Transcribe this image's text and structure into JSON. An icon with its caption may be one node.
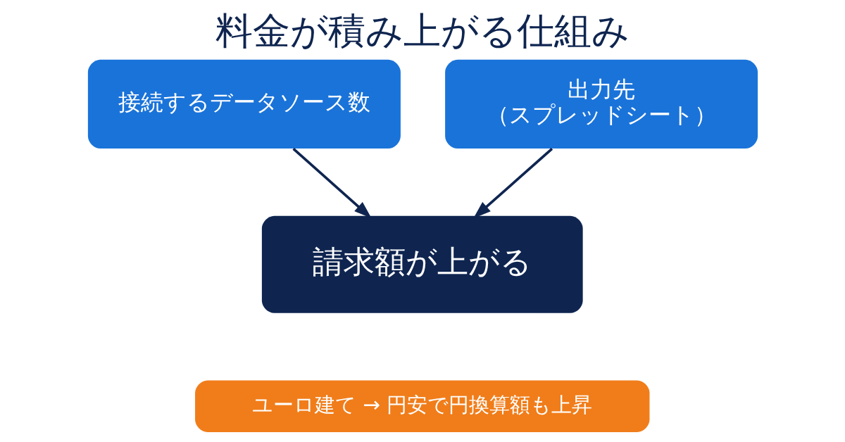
{
  "diagram": {
    "title": "料金が積み上がる仕組み",
    "nodes": [
      {
        "text": [
          "接続するデータソース数"
        ]
      },
      {
        "text": [
          "出力先",
          "（スプレッドシート）"
        ]
      },
      {
        "text": [
          "請求額が上がる"
        ]
      },
      {
        "text": [
          "ユーロ建て → 円安で円換算額も上昇"
        ]
      }
    ],
    "edges": [
      {
        "from": 0,
        "to": 2,
        "arrow": "to"
      },
      {
        "from": 1,
        "to": 2,
        "arrow": "to"
      }
    ]
  }
}
